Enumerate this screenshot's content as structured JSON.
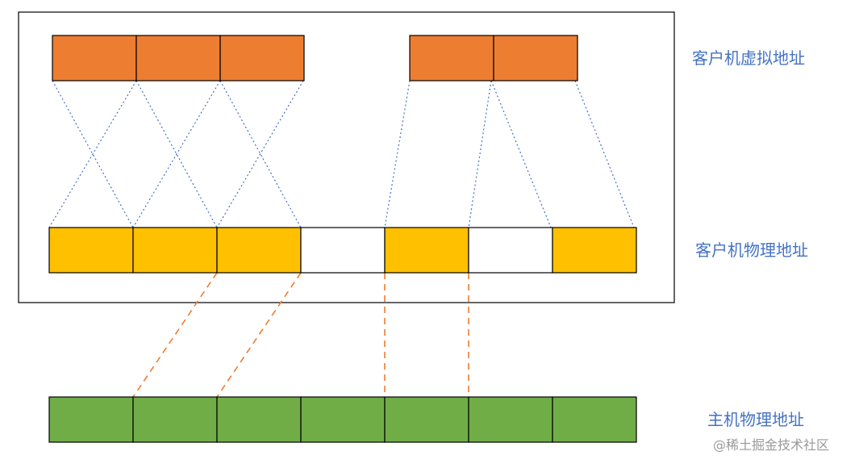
{
  "labels": {
    "guest_virtual": "客户机虚拟地址",
    "guest_physical": "客户机物理地址",
    "host_physical": "主机物理地址"
  },
  "watermark": "@稀土掘金技术社区",
  "colors": {
    "virtual_block": "#ed7d31",
    "physical_block": "#ffc000",
    "host_block": "#70ad47",
    "empty_block": "#ffffff",
    "label_text": "#4472c4",
    "blue_dashed_line": "#4472c4",
    "orange_dashed_line": "#ed7d31",
    "border": "#000000",
    "watermark_text": "#999999"
  },
  "rows": {
    "guest_virtual_left_blocks": 3,
    "guest_virtual_right_blocks": 2,
    "guest_physical_blocks": [
      "used",
      "used",
      "used",
      "empty",
      "used",
      "empty",
      "used"
    ],
    "host_physical_blocks": 7
  }
}
